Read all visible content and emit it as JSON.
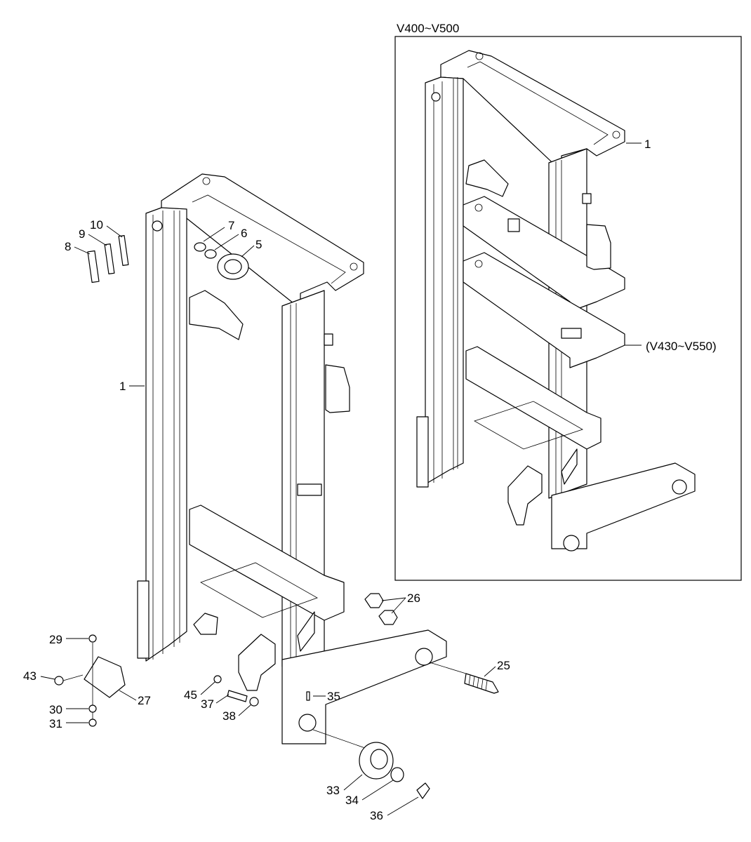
{
  "inset": {
    "title": "V400~V500",
    "variant_note": "(V430~V550)"
  },
  "callouts": {
    "main": {
      "p1": "1",
      "p5": "5",
      "p6": "6",
      "p7": "7",
      "p8": "8",
      "p9": "9",
      "p10": "10",
      "p25": "25",
      "p26": "26",
      "p27": "27",
      "p29": "29",
      "p30": "30",
      "p31": "31",
      "p33": "33",
      "p34": "34",
      "p35": "35",
      "p36": "36",
      "p37": "37",
      "p38": "38",
      "p43": "43",
      "p45": "45"
    },
    "inset": {
      "p1": "1"
    }
  }
}
